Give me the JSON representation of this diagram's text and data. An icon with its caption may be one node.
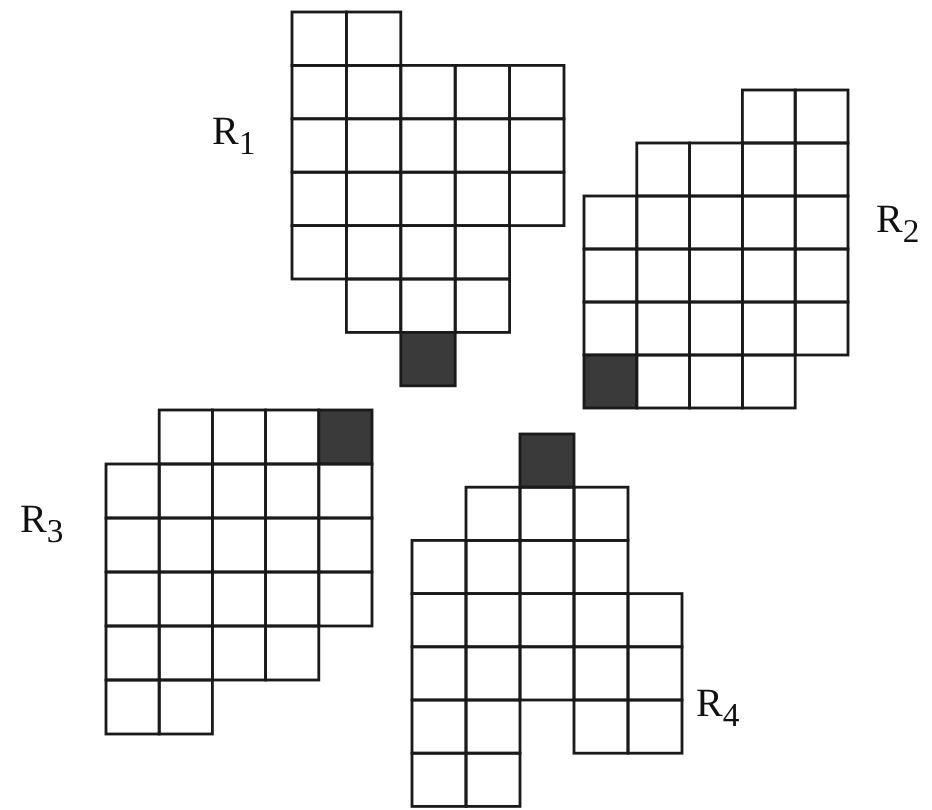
{
  "diagram": {
    "labels": [
      "R$_{1}$",
      "R$_{2}$",
      "R$_{3}$",
      "R$_{4}$"
    ]
  }
}
